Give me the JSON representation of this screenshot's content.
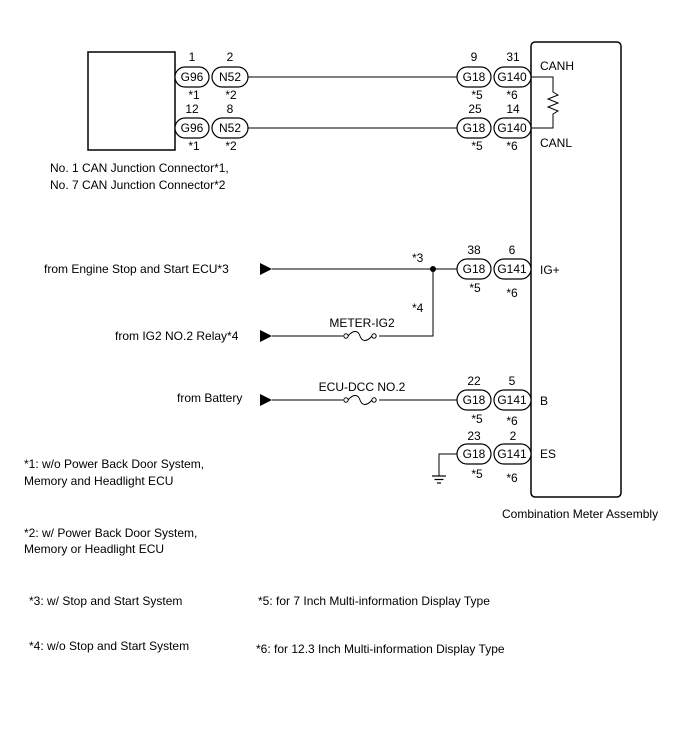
{
  "junction": {
    "caption_line1": "No. 1 CAN Junction Connector*1,",
    "caption_line2": "No. 7 CAN Junction Connector*2",
    "row1": {
      "pin_a": "1",
      "pin_b": "2",
      "conn_a": "G96",
      "conn_b": "N52",
      "note_a": "*1",
      "note_b": "*2"
    },
    "row2": {
      "pin_a": "12",
      "pin_b": "8",
      "conn_a": "G96",
      "conn_b": "N52",
      "note_a": "*1",
      "note_b": "*2"
    }
  },
  "meter": {
    "caption": "Combination Meter Assembly",
    "terminals": {
      "canh": {
        "label": "CANH",
        "pin_a": "9",
        "pin_b": "31",
        "conn_a": "G18",
        "conn_b": "G140",
        "note_a": "*5",
        "note_b": "*6"
      },
      "canl": {
        "label": "CANL",
        "pin_a": "25",
        "pin_b": "14",
        "conn_a": "G18",
        "conn_b": "G140",
        "note_a": "*5",
        "note_b": "*6"
      },
      "ig": {
        "label": "IG+",
        "pin_a": "38",
        "pin_b": "6",
        "conn_a": "G18",
        "conn_b": "G141",
        "note_a": "*5",
        "note_b": "*6"
      },
      "b": {
        "label": "B",
        "pin_a": "22",
        "pin_b": "5",
        "conn_a": "G18",
        "conn_b": "G141",
        "note_a": "*5",
        "note_b": "*6"
      },
      "es": {
        "label": "ES",
        "pin_a": "23",
        "pin_b": "2",
        "conn_a": "G18",
        "conn_b": "G141",
        "note_a": "*5",
        "note_b": "*6"
      }
    }
  },
  "sources": {
    "engine": "from Engine Stop and Start ECU*3",
    "ig2": "from IG2 NO.2 Relay*4",
    "battery": "from Battery"
  },
  "wire_notes": {
    "engine": "*3",
    "ig2": "*4"
  },
  "fuses": {
    "meter_ig2": "METER-IG2",
    "ecu_dcc": "ECU-DCC NO.2"
  },
  "notes": {
    "n1_line1": "*1: w/o Power Back Door System,",
    "n1_line2": "Memory and Headlight ECU",
    "n2_line1": "*2: w/ Power Back Door System,",
    "n2_line2": "Memory or Headlight ECU",
    "n3": "*3: w/ Stop and Start System",
    "n4": "*4: w/o Stop and Start System",
    "n5": "*5: for 7 Inch Multi-information Display Type",
    "n6": "*6: for 12.3 Inch Multi-information Display Type"
  }
}
